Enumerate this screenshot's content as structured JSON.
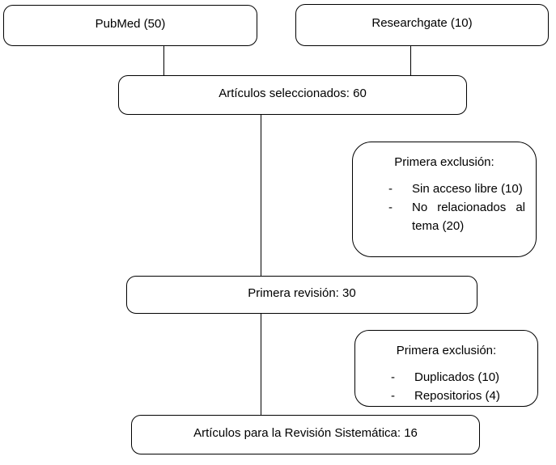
{
  "diagram": {
    "type": "flowchart",
    "background_color": "#ffffff",
    "line_color": "#000000",
    "nodes": {
      "pubmed": {
        "label": "PubMed (50)"
      },
      "researchgate": {
        "label": "Researchgate (10)"
      },
      "selected": {
        "label": "Artículos seleccionados: 60"
      },
      "exclusion1": {
        "title": "Primera exclusión:",
        "items": [
          "Sin acceso libre (10)",
          "No relacionados al tema (20)"
        ]
      },
      "first_review": {
        "label": "Primera revisión: 30"
      },
      "exclusion2": {
        "title": "Primera exclusión:",
        "items": [
          "Duplicados (10)",
          "Repositorios (4)"
        ]
      },
      "final": {
        "label": "Artículos para la Revisión Sistemática: 16"
      }
    },
    "edges": [
      {
        "from": "pubmed",
        "to": "selected"
      },
      {
        "from": "researchgate",
        "to": "selected"
      },
      {
        "from": "selected",
        "to": "first_review"
      },
      {
        "from": "first_review",
        "to": "final"
      }
    ],
    "bullet_marker": "-"
  }
}
